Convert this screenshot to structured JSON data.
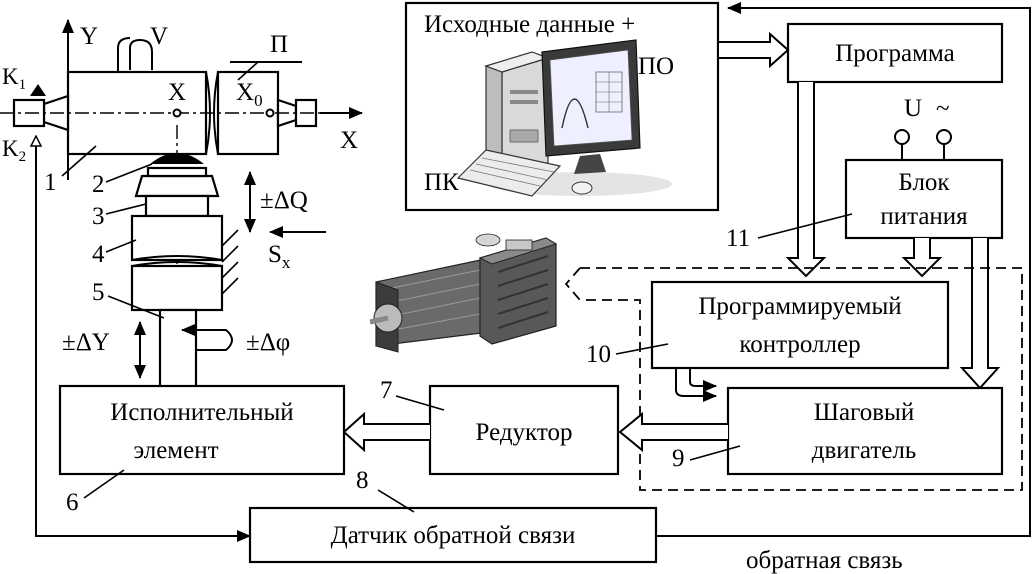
{
  "blocks": {
    "pc_top": "Исходные данные +",
    "pc_po": "ПО",
    "pc_label": "ПК",
    "program": "Программа",
    "power_line1": "Блок",
    "power_line2": "питания",
    "supply_symbol": "U",
    "supply_tilde": "~",
    "controller_line1": "Программируемый",
    "controller_line2": "контроллер",
    "stepper_line1": "Шаговый",
    "stepper_line2": "двигатель",
    "reducer": "Редуктор",
    "actuator_line1": "Исполнительный",
    "actuator_line2": "элемент",
    "sensor": "Датчик обратной связи",
    "feedback": "обратная связь"
  },
  "numbers": [
    "1",
    "2",
    "3",
    "4",
    "5",
    "6",
    "7",
    "8",
    "9",
    "10",
    "11"
  ],
  "mechanism": {
    "axis_y": "Y",
    "axis_v": "V",
    "axis_x": "X",
    "point_x": "X",
    "point_x0": "X",
    "point_x0_sub": "0",
    "part": "П",
    "k1": "K",
    "k1_sub": "1",
    "k2": "K",
    "k2_sub": "2",
    "delta_q": "±ΔQ",
    "feed": "S",
    "feed_sub": "x",
    "delta_y": "±ΔY",
    "delta_phi": "±Δφ"
  }
}
